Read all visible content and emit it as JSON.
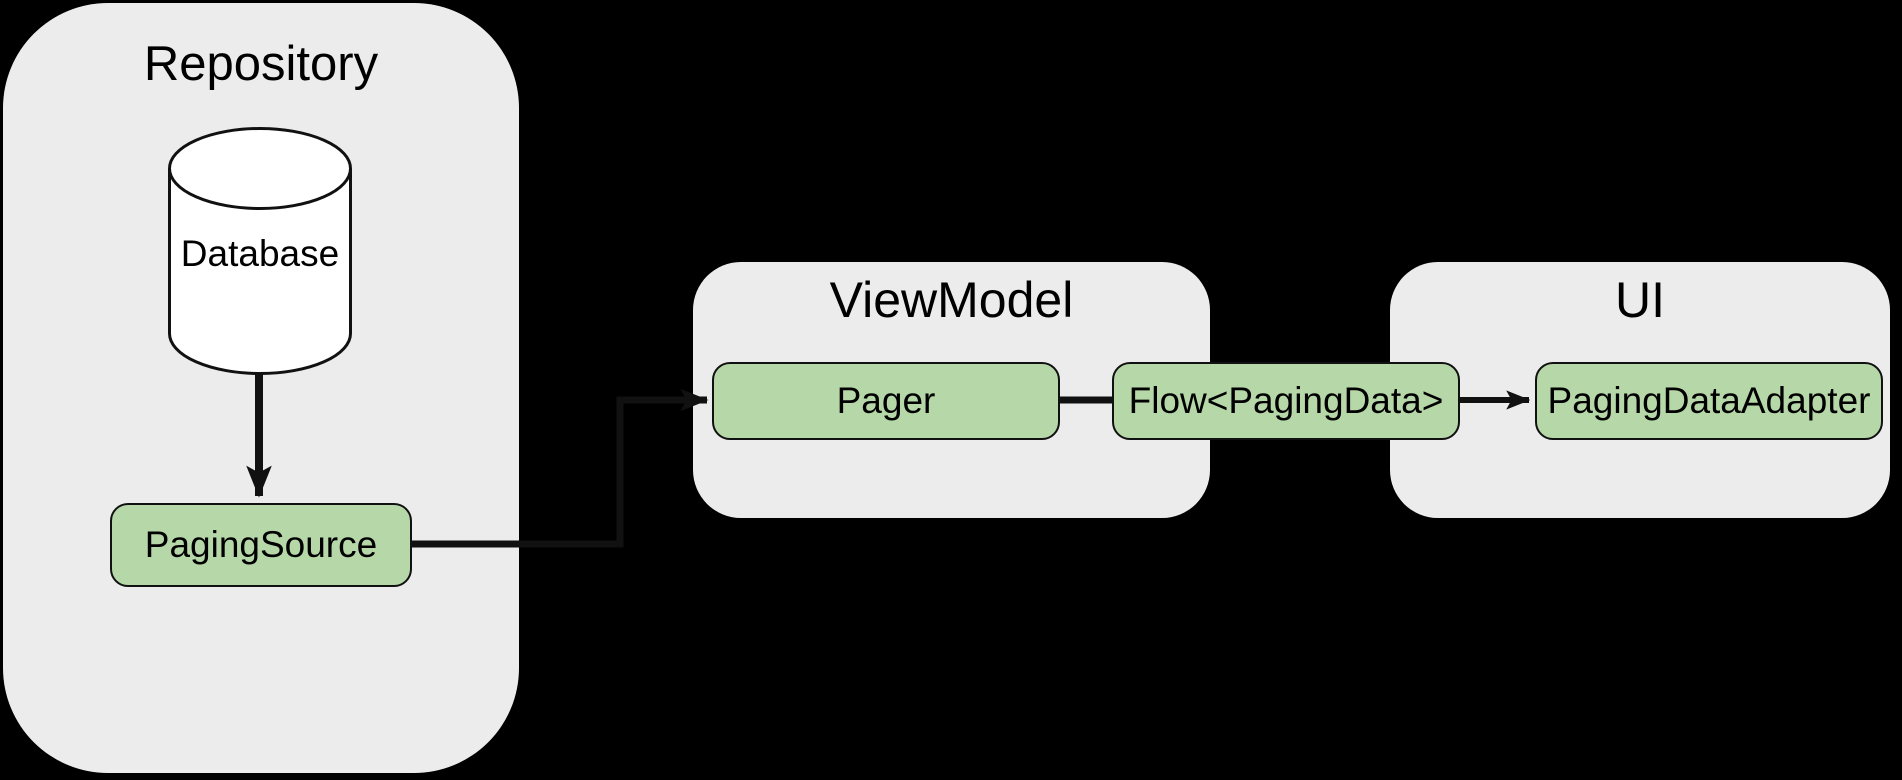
{
  "colors": {
    "background": "#000000",
    "group_fill": "#ececec",
    "node_fill": "#b6d7a8",
    "line": "#111111",
    "text": "#000000"
  },
  "diagram": {
    "groups": {
      "repository": {
        "title": "Repository",
        "database_label": "Database",
        "paging_source_label": "PagingSource"
      },
      "viewmodel": {
        "title": "ViewModel",
        "pager_label": "Pager"
      },
      "ui": {
        "title": "UI",
        "adapter_label": "PagingDataAdapter"
      }
    },
    "flow_label": "Flow<PagingData>",
    "connections": {
      "database_to_pagingsource": "arrow",
      "pagingsource_to_pager": "arrow",
      "pager_to_flow": "line",
      "flow_to_adapter": "arrow"
    }
  }
}
